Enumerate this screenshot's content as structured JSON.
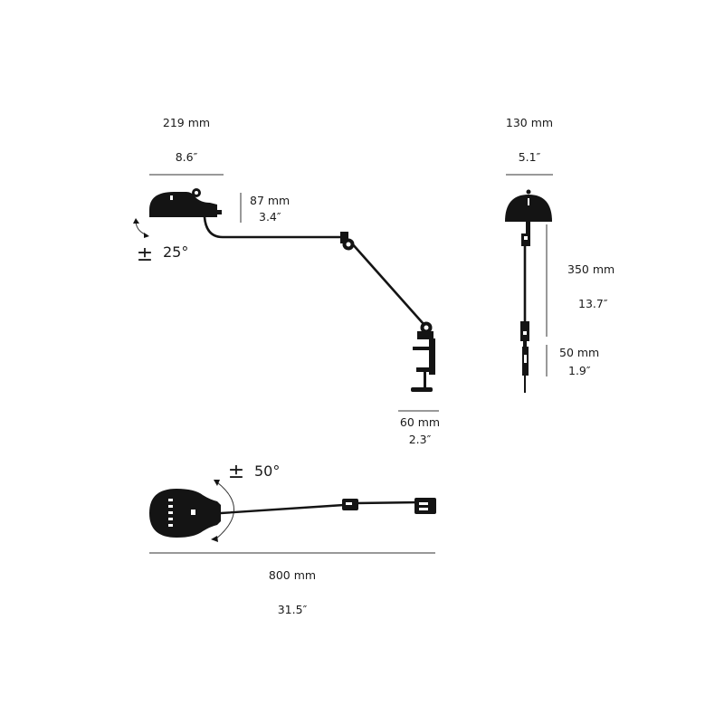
{
  "colors": {
    "ink": "#141414",
    "label": "#1a1a1a",
    "dimension_line": "#333333",
    "background": "#ffffff"
  },
  "side_view": {
    "head_width_mm": "219 mm",
    "head_width_in": "8.6″",
    "head_height_mm": "87 mm",
    "head_height_in": "3.4″",
    "tilt_symbol": "±",
    "tilt_angle": "25°",
    "clamp_width_mm": "60 mm",
    "clamp_width_in": "2.3″"
  },
  "front_view": {
    "head_width_mm": "130 mm",
    "head_width_in": "5.1″",
    "arm_height_mm": "350 mm",
    "arm_height_in": "13.7″",
    "clamp_height_mm": "50 mm",
    "clamp_height_in": "1.9″"
  },
  "top_view": {
    "rotation_symbol": "±",
    "rotation_angle": "50°",
    "total_length_mm": "800 mm",
    "total_length_in": "31.5″"
  }
}
